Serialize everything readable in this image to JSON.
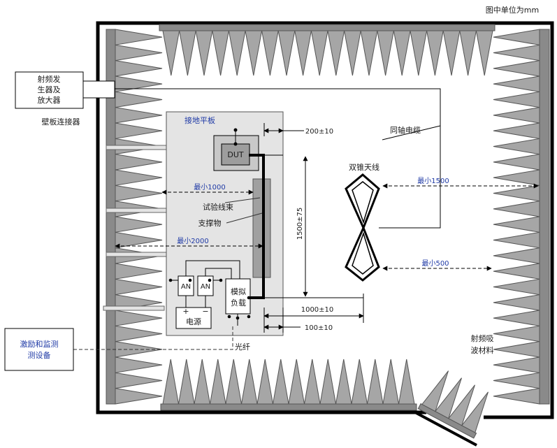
{
  "unit_note": "图中单位为mm",
  "labels": {
    "rf_source": [
      "射频发",
      "生器及",
      "放大器"
    ],
    "wall_connector": "壁板连接器",
    "ground_plane": "接地平板",
    "dut": "DUT",
    "coax": "同轴电缆",
    "antenna": "双锥天线",
    "harness": "试验线束",
    "support": "支撑物",
    "an1": "AN",
    "an2": "AN",
    "load": [
      "模拟",
      "负载"
    ],
    "power": "电源",
    "plus": "+",
    "minus": "−",
    "fiber": "光纤",
    "monitor": [
      "激励和监测",
      "测设备"
    ],
    "absorber": [
      "射频吸",
      "波材料"
    ]
  },
  "dimensions": {
    "d200": "200±10",
    "min1000": "最小1000",
    "min1500": "最小1500",
    "d1500": "1500±75",
    "min2000": "最小2000",
    "min500": "最小500",
    "d1000": "1000±10",
    "d100": "100±10"
  },
  "colors": {
    "absorber": "#a6a6a6",
    "absorber_dark": "#8a8a8a",
    "ground_plane": "#e4e4e4",
    "dimension_text": "#1f3aa6",
    "wall": "#000000"
  }
}
